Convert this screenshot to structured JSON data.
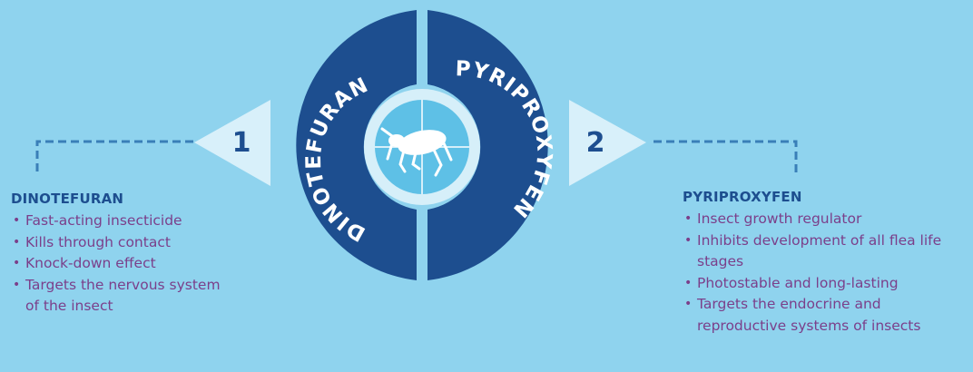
{
  "colors": {
    "background": "#8fd3ee",
    "ring_dark": "#1d4e8f",
    "inner_circle": "#d6eff9",
    "center_circle": "#5ec0e6",
    "arrow_fill": "#d8f0fa",
    "dashed_line": "#3a7fb8",
    "heading": "#1d4e8f",
    "bullet_text": "#7b3f8a"
  },
  "ring": {
    "left_label": "DINOTEFURAN",
    "right_label": "PYRIPROXYFEN",
    "center_icon": "flea-icon"
  },
  "markers": {
    "left_number": "1",
    "right_number": "2"
  },
  "left_panel": {
    "heading": "DINOTEFURAN",
    "items": [
      "Fast-acting insecticide",
      "Kills through contact",
      "Knock-down effect",
      "Targets the nervous system of the insect"
    ]
  },
  "right_panel": {
    "heading": "PYRIPROXYFEN",
    "items": [
      "Insect growth regulator",
      "Inhibits development of all flea life stages",
      "Photostable and long-lasting",
      "Targets the endocrine and reproductive systems of insects"
    ]
  }
}
